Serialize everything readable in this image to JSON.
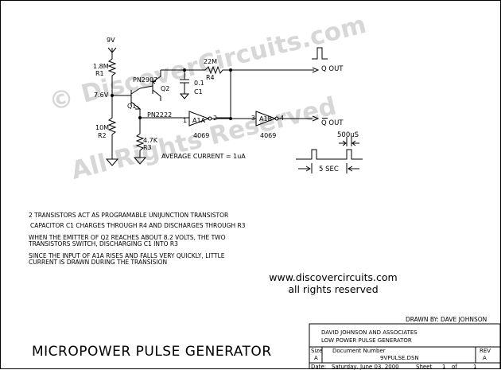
{
  "title": "MICROPOWER PULSE GENERATOR",
  "watermark": {
    "line1": "© DiscoverCircuits.com",
    "line2": "All Rights Reserved"
  },
  "labels": {
    "supply": "9V",
    "r1_value": "1.8M",
    "r1_name": "R1",
    "node_voltage": "7.6V",
    "q2_type": "PN2907",
    "q2_name": "Q2",
    "q1_name": "Q1",
    "q1_type": "PN2222",
    "r2_value": "10M",
    "r2_name": "R2",
    "r3_value": "4.7K",
    "r3_name": "R3",
    "r4_value": "22M",
    "r4_name": "R4",
    "c1_value": "0.1",
    "c1_name": "C1",
    "a1a_name": "A1A",
    "a1a_chip": "4069",
    "a1b_name": "A1B",
    "a1b_chip": "4069",
    "pin1": "1",
    "pin2": "2",
    "pin3": "3",
    "pin4": "4",
    "q_out": "Q OUT",
    "q_out_bar": "Q OUT",
    "pulse_width": "500uS",
    "period": "5 SEC",
    "average_current": "AVERAGE CURRENT = 1uA"
  },
  "notes": [
    "2 TRANSISTORS ACT AS PROGRAMABLE UNIJUNCTION TRANSISTOR",
    "CAPACITOR C1 CHARGES THROUGH R4 AND DISCHARGES THROUGH R3",
    "WHEN THE EMITTER OF Q2 REACHES ABOUT 8.2 VOLTS, THE TWO",
    "TRANSISTORS SWITCH, DISCHARGING C1 INTO R3",
    "SINCE THE INPUT OF A1A RISES AND FALLS VERY QUICKLY, LITTLE",
    "CURRENT IS DRAWN DURING THE TRANSISION"
  ],
  "website": {
    "url": "www.discovercircuits.com",
    "rights": "all rights reserved"
  },
  "drawn_by": "DRAWN BY: DAVE JOHNSON",
  "title_block": {
    "company": "DAVID JOHNSON AND ASSOCIATES",
    "doc_title": "LOW POWER PULSE GENERATOR",
    "size_label": "Size",
    "size_value": "A",
    "docnum_label": "Document Number",
    "docnum_value": "9VPULSE.DSN",
    "rev_label": "REV",
    "rev_value": "A",
    "date_label": "Date:",
    "date_value": "Saturday, June 03, 2000",
    "sheet_label": "Sheet",
    "sheet_value": "1",
    "of_label": "of",
    "of_value": "1"
  }
}
